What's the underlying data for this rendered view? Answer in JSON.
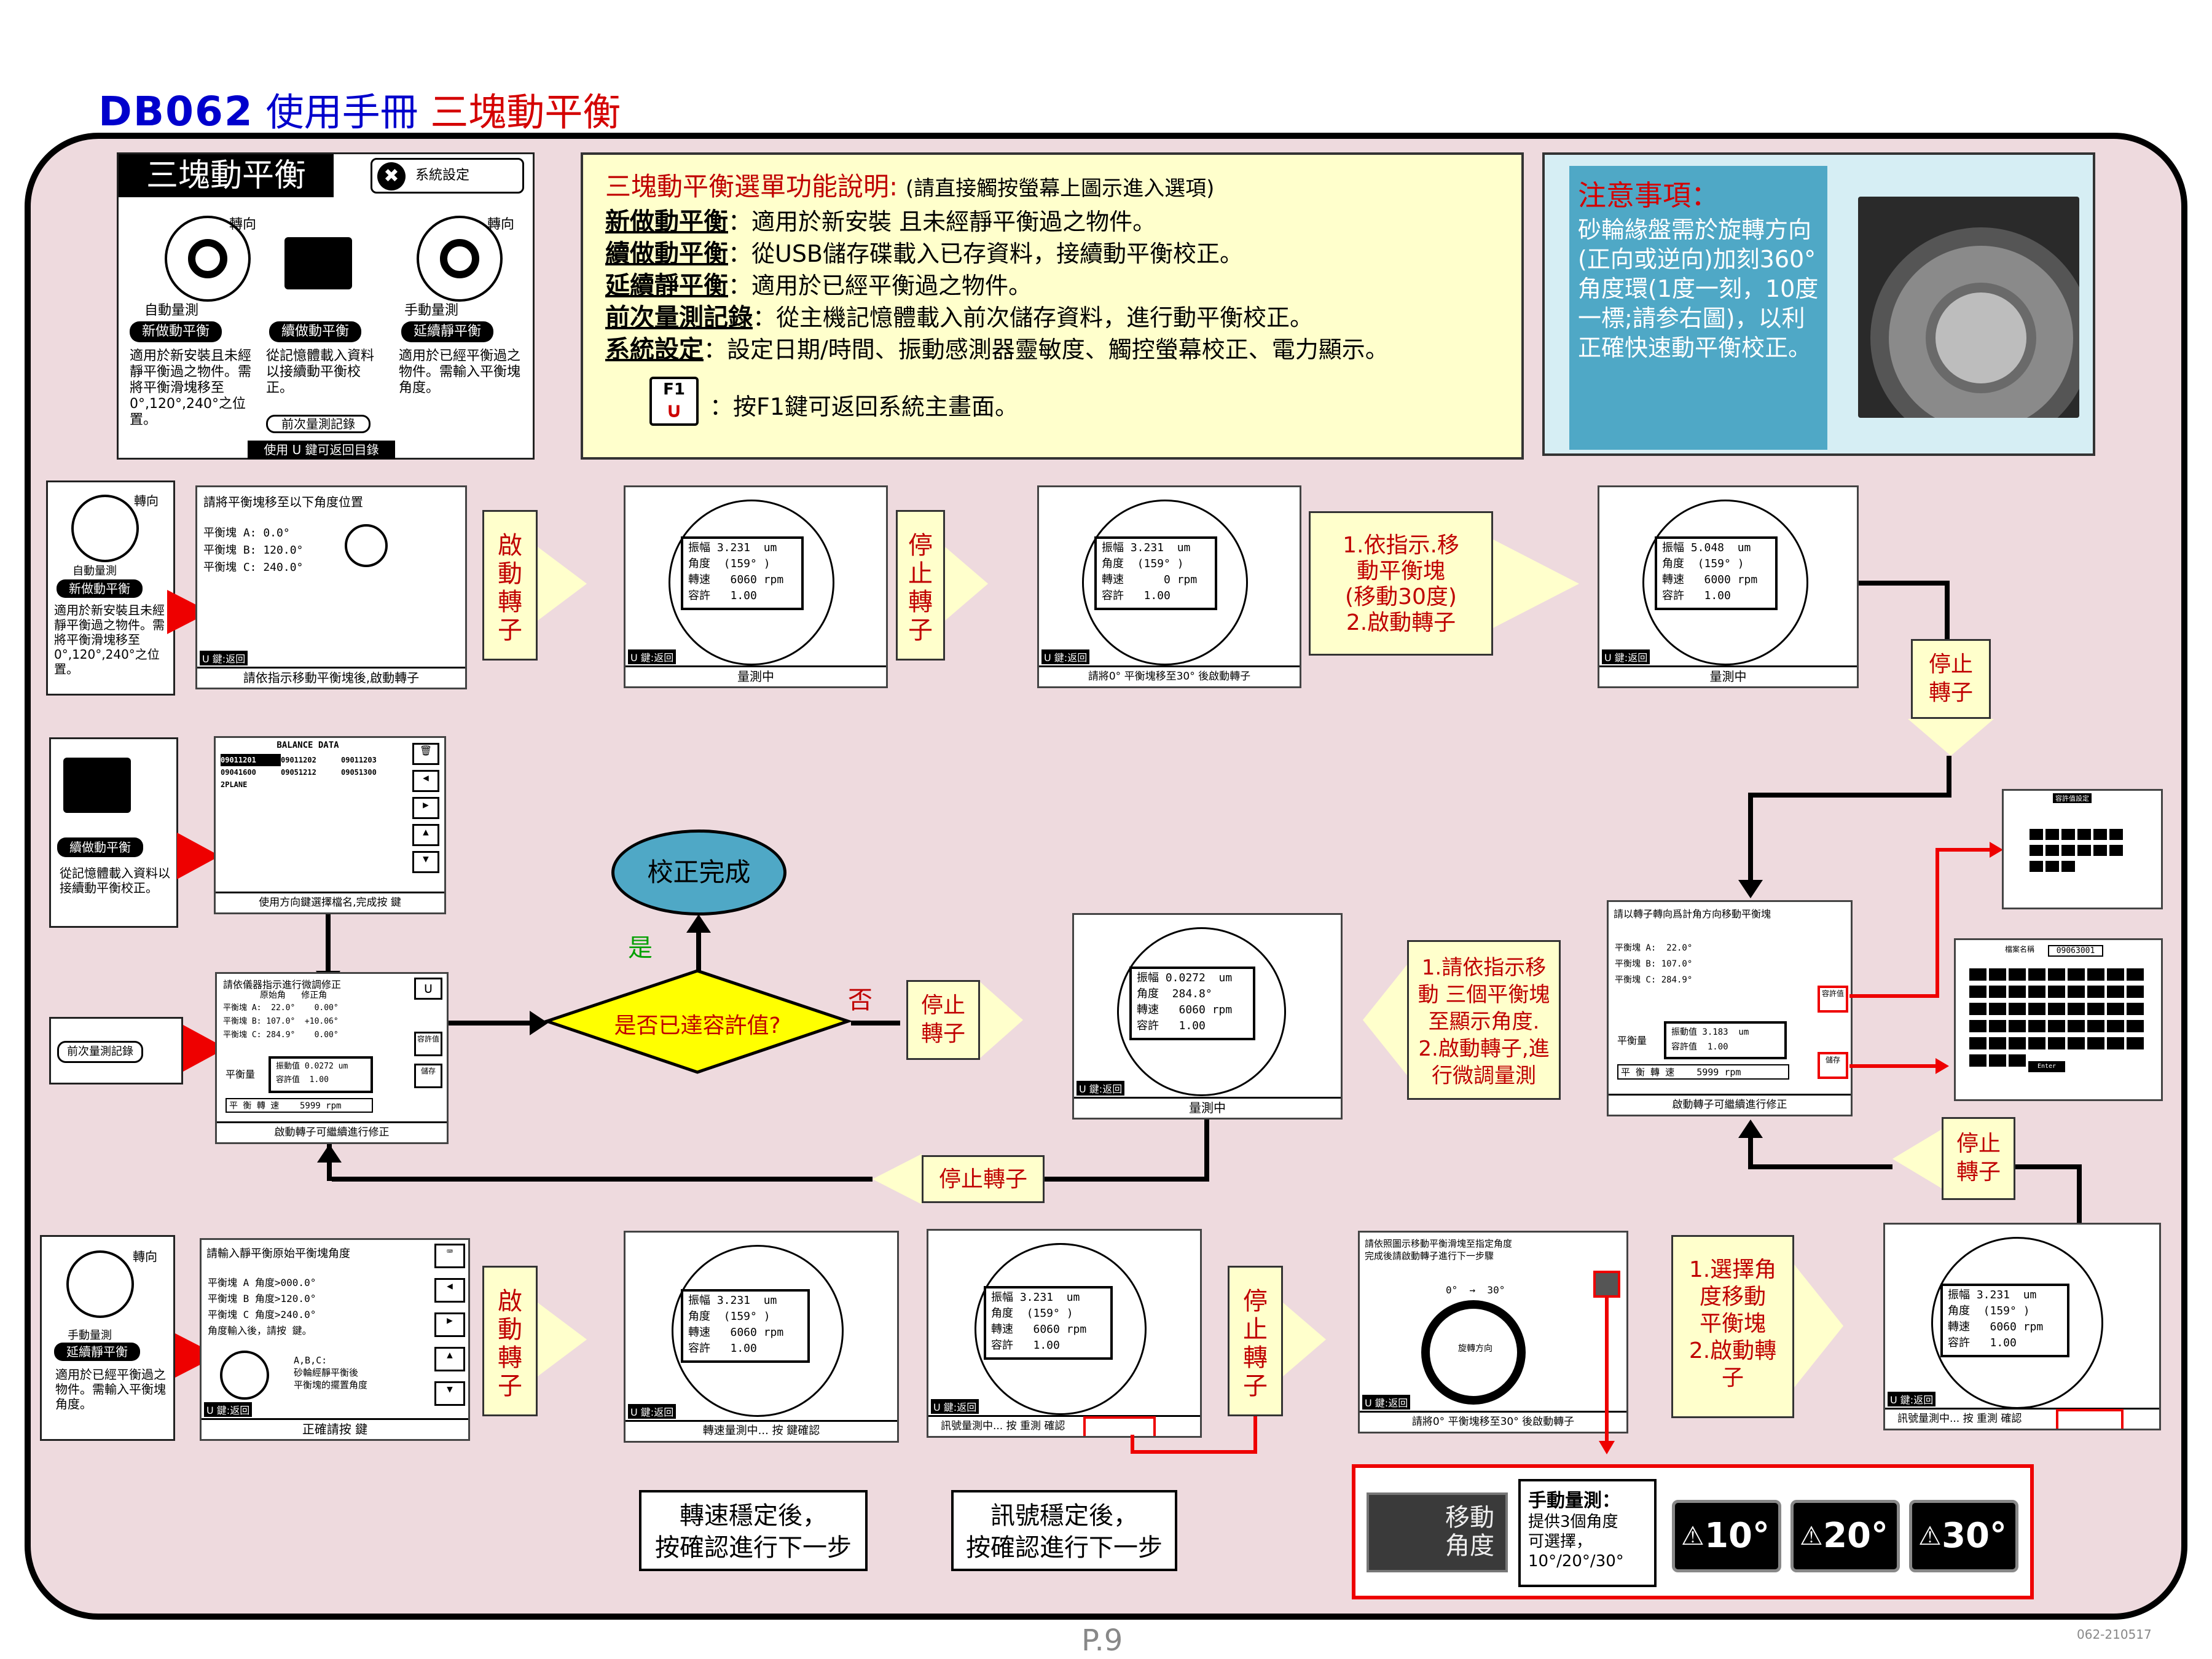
{
  "header": {
    "code": "DB062",
    "manual": "使用手冊",
    "subject": "三塊動平衡"
  },
  "menu_screen": {
    "title": "三塊動平衡",
    "settings_label": "系統設定",
    "auto_label": "自動量測",
    "manual_label": "手動量測",
    "new_btn": "新做動平衡",
    "cont_btn": "續做動平衡",
    "static_btn": "延續靜平衡",
    "prev_btn": "前次量測記錄",
    "new_desc": "適用於新安裝且未經靜平衡過之物件。需將平衡滑塊移至0°,120°,240°之位置。",
    "cont_desc": "從記憶體載入資料以接續動平衡校正。",
    "static_desc": "適用於已經平衡過之物件。需輸入平衡塊角度。",
    "return_hint": "使用 U 鍵可返回目錄",
    "rot": "轉向"
  },
  "function_box": {
    "heading": "三塊動平衡選單功能說明:",
    "heading_note": "(請直接觸按螢幕上圖示進入選項)",
    "items": [
      {
        "name": "新做動平衡",
        "desc": "：適用於新安裝 且未經靜平衡過之物件。"
      },
      {
        "name": "續做動平衡",
        "desc": "：從USB儲存碟載入已存資料，接續動平衡校正。"
      },
      {
        "name": "延續靜平衡",
        "desc": "：適用於已經平衡過之物件。"
      },
      {
        "name": "前次量測記錄",
        "desc": "：從主機記憶體載入前次儲存資料，進行動平衡校正。"
      },
      {
        "name": "系統設定",
        "desc": "：設定日期/時間、振動感測器靈敏度、觸控螢幕校正、電力顯示。"
      }
    ],
    "f1_key": "F1",
    "f1_desc": "：按F1鍵可返回系統主畫面。"
  },
  "notice": {
    "title": "注意事項：",
    "body": "砂輪緣盤需於旋轉方向(正向或逆向)加刻360°角度環(1度一刻，10度一標;請参右圖)，以利正確快速動平衡校正。"
  },
  "row1": {
    "side_desc": "適用於新安裝且未經靜平衡過之物件。需將平衡滑塊移至0°,120°,240°之位置。",
    "screen1_title": "請將平衡塊移至以下角度位置",
    "screen1_lines": [
      "平衡塊 A:  0.0°",
      "平衡塊 B: 120.0°",
      "平衡塊 C: 240.0°"
    ],
    "screen1_cap": "請依指示移動平衡塊後,啟動轉子",
    "arrow1": "啟\n動\n轉\n子",
    "screen2_panel": "振幅 3.231  um\n角度  (159° )\n轉速   6060 rpm\n容許   1.00",
    "screen2_cap": "量測中",
    "arrow2": "停\n止\n轉\n子",
    "screen3_panel": "振幅 3.231  um\n角度  (159° )\n轉速      0 rpm\n容許   1.00",
    "screen3_cap": "請將0° 平衡塊移至30° 後啟動轉子",
    "arrow3": "1.依指示.移\n動平衡塊\n(移動30度)\n2.啟動轉子",
    "screen4_panel": "振幅 5.048  um\n角度  (159° )\n轉速   6000 rpm\n容許   1.00",
    "screen4_cap": "量測中",
    "stop_label": "停止\n轉子",
    "f1_return": "U 鍵:返回"
  },
  "row2": {
    "cont_btn": "續做動平衡",
    "cont_desc": "從記憶體載入資料以接續動平衡校正。",
    "data_title": "BALANCE DATA",
    "data_rows": [
      [
        "09011201",
        "09011202",
        "09011203"
      ],
      [
        "09041600",
        "09051212",
        "09051300"
      ],
      [
        "2PLANE",
        "",
        ""
      ]
    ],
    "data_cap": "使用方向鍵選擇檔名,完成按 鍵",
    "done_label": "校正完成",
    "yes": "是",
    "no": "否",
    "decision": "是否已達容許值?",
    "stop_label": "停止\n轉子",
    "result_title": "請依儀器指示進行微調修正",
    "result_cols": "原始角   修正角",
    "result_lines": [
      "平衡塊 A:  22.0°    0.00°",
      "平衡塊 B: 107.0°  +10.06°",
      "平衡塊 C: 284.9°    0.00°"
    ],
    "result_panel": "振動值 0.0272 um\n容許值  1.00",
    "result_speed": "平 衡 轉 速    5999 rpm",
    "result_label": "平衡量",
    "result_cap": "啟動轉子可繼續進行修正",
    "prev_btn": "前次量測記錄",
    "mid_panel": "振幅 0.0272  um\n角度  284.8°\n轉速   6060 rpm\n容許   1.00",
    "mid_cap": "量測中",
    "instr": "1.請依指示移\n動 三個平衡塊\n至顯示角度.\n2.啟動轉子,進\n行微調量測",
    "right_title": "請以轉子轉向爲計角方向移動平衡塊",
    "right_lines": [
      "平衡塊 A:  22.0°",
      "平衡塊 B: 107.0°",
      "平衡塊 C: 284.9°"
    ],
    "right_panel": "振動值 3.183  um\n容許值  1.00",
    "right_speed": "平 衡 轉 速    5999 rpm",
    "right_cap": "啟動轉子可繼續進行修正",
    "tol_btn": "容許值",
    "save_btn": "儲存",
    "stop_bottom": "停止轉子",
    "stop_right": "停止\n轉子",
    "keypad_title": "容許值設定",
    "kbd_title": "檔案名稱",
    "kbd_value": "09063001",
    "enter": "Enter"
  },
  "row3": {
    "static_btn": "延續靜平衡",
    "static_desc": "適用於已經平衡過之物件。需輸入平衡塊角度。",
    "screen1_title": "請輸入靜平衡原始平衡塊角度",
    "screen1_lines": [
      "平衡塊 A 角度>000.0°",
      "平衡塊 B 角度>120.0°",
      "平衡塊 C 角度>240.0°",
      "角度輸入後，請按 鍵。"
    ],
    "screen1_note": "A,B,C:\n砂輪經靜平衡後\n平衡塊的擺置角度",
    "screen1_cap": "正確請按 鍵",
    "arrow1": "啟\n動\n轉\n子",
    "screen2_panel": "振幅 3.231  um\n角度  (159° )\n轉速   6060 rpm\n容許   1.00",
    "screen2_cap": "轉速量測中...  按 鍵確認",
    "screen3_panel": "振幅 3.231  um\n角度  (159° )\n轉速   6060 rpm\n容許   1.00",
    "screen3_cap": "訊號量測中... 按 重測  確認",
    "arrow2": "停\n止\n轉\n子",
    "screen4_title": "請依照圖示移動平衡滑塊至指定角度\n完成後請啟動轉子進行下一步驟",
    "screen4_angles": "0°  →  30°",
    "screen4_rot": "旋轉方向",
    "screen4_cap": "請將0° 平衡塊移至30° 後啟動轉子",
    "instr": "1.選擇角\n度移動\n平衡塊\n2.啟動轉\n子",
    "screen5_panel": "振幅 3.231  um\n角度  (159° )\n轉速   6060 rpm\n容許   1.00",
    "screen5_cap": "訊號量測中... 按 重測  確認",
    "note1": "轉速穩定後，\n按確認進行下一步",
    "note2": "訊號穩定後，\n按確認進行下一步",
    "move_btn": "移動\n角度",
    "manual_title": "手動量測：",
    "manual_body": "提供3個角度\n可選擇，\n10°/20°/30°",
    "angle_btns": [
      "10°",
      "20°",
      "30°"
    ]
  },
  "footer": {
    "page": "P.9",
    "doc_id": "062-210517"
  }
}
